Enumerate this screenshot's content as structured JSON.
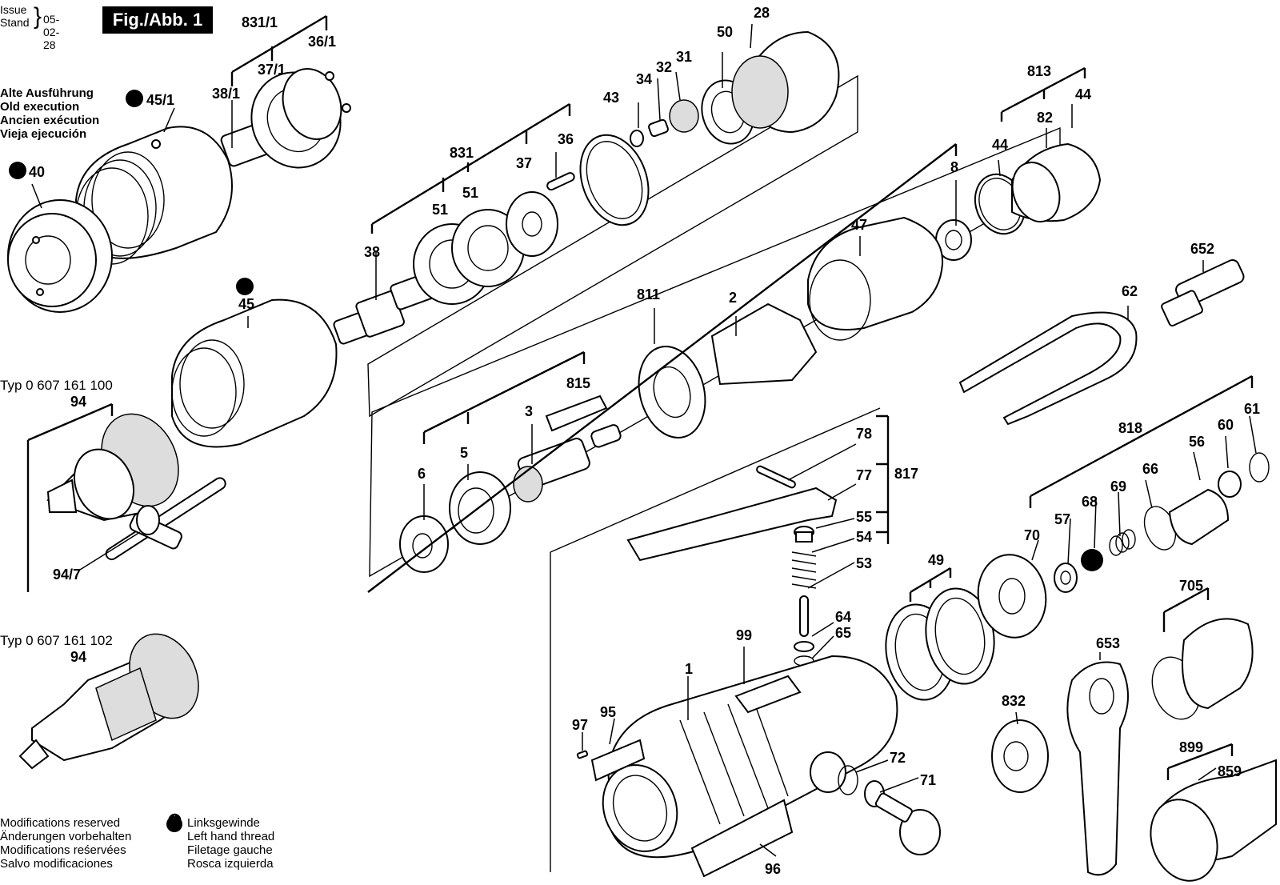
{
  "header": {
    "issue_label_1": "Issue",
    "issue_label_2": "Stand",
    "issue_date": "05-02-28",
    "figure_label": "Fig./Abb. 1"
  },
  "old_execution": [
    "Alte Ausführung",
    "Old execution",
    "Ancien exécution",
    "Vieja ejecución"
  ],
  "types": {
    "type_a": "Typ 0 607 161 100",
    "type_b": "Typ 0 607 161 102"
  },
  "footer": {
    "modifications": [
      "Modifications reserved",
      "Änderungen vorbehalten",
      "Modifications reśervées",
      "Salvo modificaciones"
    ],
    "left_thread_symbol": "✪",
    "left_thread": [
      "Linksgewinde",
      "Left hand thread",
      "Filetage gauche",
      "Rosca izquierda"
    ]
  },
  "part_labels": {
    "p831_1": "831/1",
    "p36_1": "36/1",
    "p37_1": "37/1",
    "p38_1": "38/1",
    "p45_1": "45/1",
    "p40": "40",
    "p45": "45",
    "p94a": "94",
    "p94_7": "94/7",
    "p94b": "94",
    "p831": "831",
    "p51a": "51",
    "p51b": "51",
    "p37": "37",
    "p36": "36",
    "p38": "38",
    "p43": "43",
    "p34": "34",
    "p32": "32",
    "p31": "31",
    "p50": "50",
    "p28": "28",
    "p813": "813",
    "p44a": "44",
    "p82": "82",
    "p44b": "44",
    "p8": "8",
    "p47": "47",
    "p811": "811",
    "p2": "2",
    "p652": "652",
    "p62": "62",
    "p815": "815",
    "p3": "3",
    "p5": "5",
    "p6": "6",
    "p78": "78",
    "p77": "77",
    "p817": "817",
    "p55": "55",
    "p54": "54",
    "p53": "53",
    "p64": "64",
    "p65": "65",
    "p99": "99",
    "p1": "1",
    "p97": "97",
    "p95": "95",
    "p96": "96",
    "p72": "72",
    "p71": "71",
    "p49": "49",
    "p70": "70",
    "p57": "57",
    "p68": "68",
    "p69": "69",
    "p66": "66",
    "p56": "56",
    "p60": "60",
    "p61": "61",
    "p818": "818",
    "p705": "705",
    "p653": "653",
    "p832": "832",
    "p899": "899",
    "p859": "859"
  }
}
